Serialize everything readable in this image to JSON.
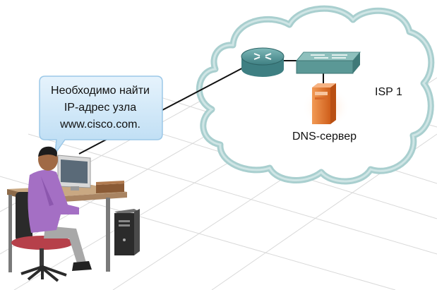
{
  "speech_bubble": {
    "lines": [
      "Необходимо найти",
      "IP-адрес узла",
      "www.cisco.com."
    ]
  },
  "cloud": {
    "label": "ISP 1"
  },
  "dns_server": {
    "label": "DNS-сервер"
  },
  "colors": {
    "cloud_fill": "#ffffff",
    "cloud_outline": "#a9cfcf",
    "router": "#5f9ea0",
    "switch": "#6fa6a4",
    "server": "#e8772e",
    "bubble": "#cfe6f7",
    "user_shirt": "#a46fc4"
  },
  "icons": [
    "router-icon",
    "switch-icon",
    "server-icon",
    "workstation-icon",
    "user-icon"
  ]
}
